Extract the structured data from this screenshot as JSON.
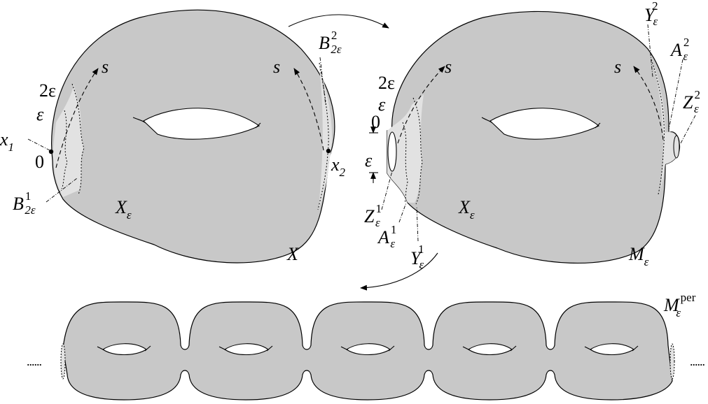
{
  "left_torus": {
    "label_X": "X",
    "label_Xeps_main": "X",
    "label_Xeps_sub": "ε",
    "label_x1_main": "x",
    "label_x1_sub": "1",
    "label_x2_main": "x",
    "label_x2_sub": "2",
    "tick_0": "0",
    "tick_eps": "ε",
    "tick_2eps": "2ε",
    "s_left": "s",
    "s_right": "s",
    "B1_main": "B",
    "B1_sub": "2ε",
    "B1_sup": "1",
    "B2_main": "B",
    "B2_sub": "2ε",
    "B2_sup": "2"
  },
  "right_torus": {
    "label_M_main": "M",
    "label_M_sub": "ε",
    "label_Xeps_main": "X",
    "label_Xeps_sub": "ε",
    "tick_0": "0",
    "tick_eps": "ε",
    "tick_2eps": "2ε",
    "eps_width": "ε",
    "s_left": "s",
    "s_right": "s",
    "Y2_main": "Y",
    "Y2_sub": "ε",
    "Y2_sup": "2",
    "A2_main": "A",
    "A2_sub": "ε",
    "A2_sup": "2",
    "Z2_main": "Z",
    "Z2_sub": "ε",
    "Z2_sup": "2",
    "Z1_main": "Z",
    "Z1_sub": "ε",
    "Z1_sup": "1",
    "A1_main": "A",
    "A1_sub": "ε",
    "A1_sup": "1",
    "Y1_main": "Y",
    "Y1_sub": "ε",
    "Y1_sup": "1"
  },
  "periodic": {
    "label_main": "M",
    "label_sub": "ε",
    "label_sup": "per",
    "ellipsis_left": "......",
    "ellipsis_right": "......",
    "copies": 5
  },
  "colors": {
    "surface": "#c8c8c8",
    "highlight": "#e2e2e2",
    "background": "#ffffff",
    "stroke": "#000000"
  }
}
